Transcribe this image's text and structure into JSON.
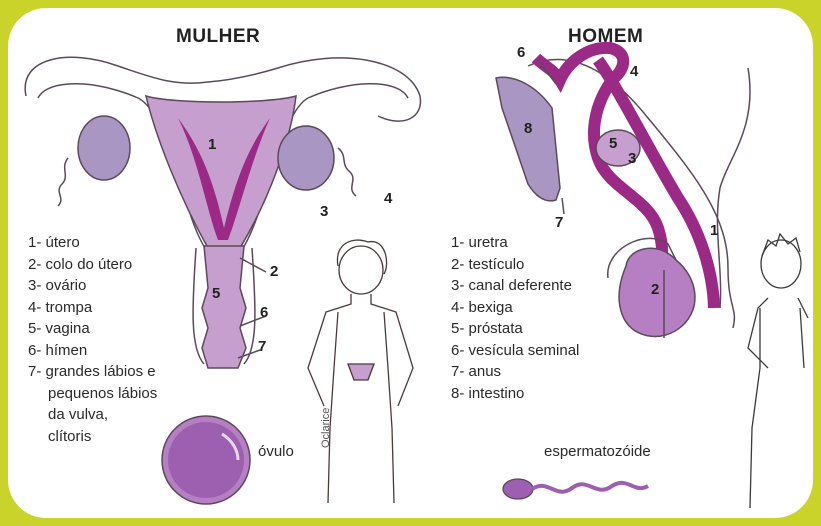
{
  "woman": {
    "title": "MULHER",
    "legend": [
      "1- útero",
      "2- colo do útero",
      "3- ovário",
      "4- trompa",
      "5- vagina",
      "6- hímen",
      "7- grandes lábios e",
      "pequenos lábios",
      "da vulva,",
      "clítoris"
    ],
    "markers": [
      "1",
      "2",
      "3",
      "4",
      "5",
      "6",
      "7"
    ],
    "cell_caption": "óvulo"
  },
  "man": {
    "title": "HOMEM",
    "legend": [
      "1- uretra",
      "2- testículo",
      "3- canal deferente",
      "4- bexiga",
      "5- próstata",
      "6- vesícula seminal",
      "7- anus",
      "8- intestino"
    ],
    "markers": [
      "1",
      "2",
      "3",
      "4",
      "5",
      "6",
      "7",
      "8"
    ],
    "cell_caption": "espermatozóide"
  },
  "signature": "Oclarice",
  "colors": {
    "border": "#c9d32a",
    "organ_light": "#c79fcf",
    "organ_dark": "#9b2a86",
    "outline": "#5a4a5a"
  }
}
